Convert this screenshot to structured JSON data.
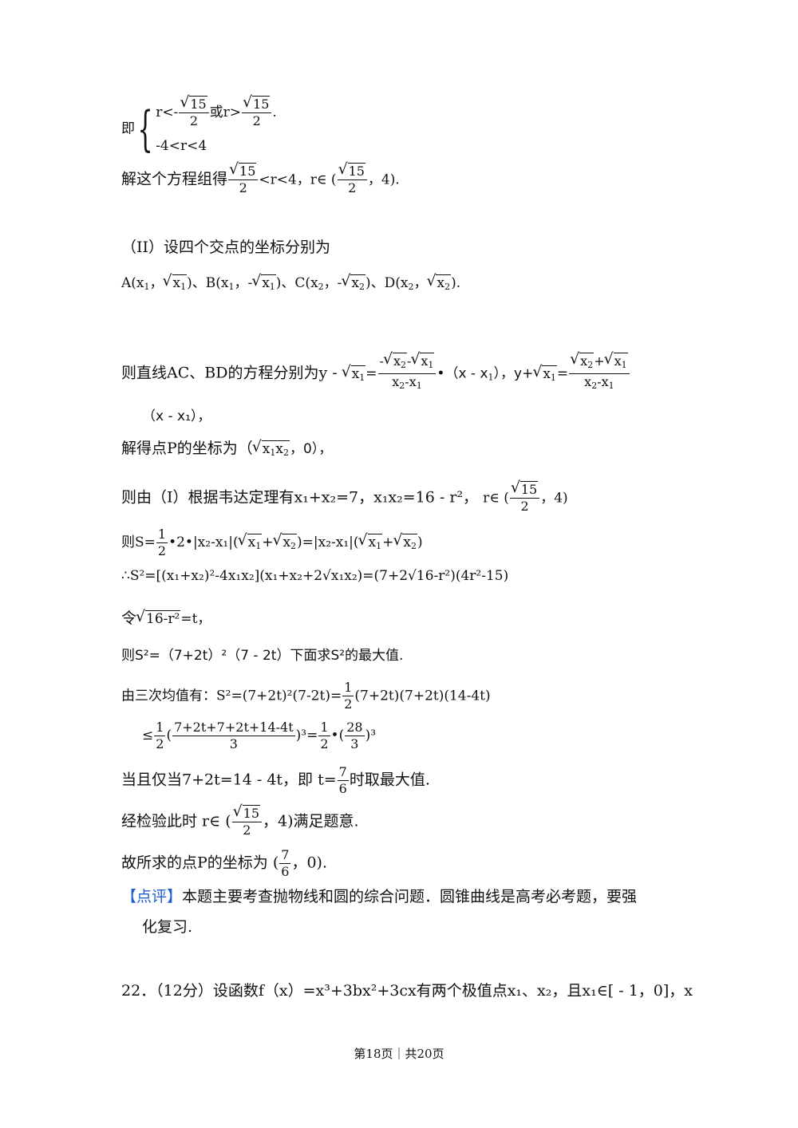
{
  "l1": {
    "prefix": "即",
    "r1": "r<-",
    "sq15": "15",
    "den2": "2",
    "or": "或r>",
    "dot": ".",
    "r2": "-4<r<4"
  },
  "l2": {
    "text": "解这个方程组得",
    "tail": "<r<4，r∈ (",
    "tail2": "，4)."
  },
  "l3": "（II）设四个交点的坐标分别为",
  "l4": {
    "a": "A(x",
    "c1": "，",
    "b": ")、B(x",
    "neg": "-",
    "c": ")、C(x",
    "d": ")、D(x",
    "end": ")."
  },
  "l5": {
    "text": "则直线AC、BD的方程分别为y - ",
    "eq": "=",
    "mid": "•（x - x",
    "mid2": "），y+",
    "neg": "-",
    "plus": "+",
    "den": "x"
  },
  "l6": "（x - x₁），",
  "l7": {
    "text": "解得点P的坐标为（",
    "end": "，0），"
  },
  "l8": {
    "text": "则由（I）根据韦达定理有x₁+x₂=7，x₁x₂=16 - r²，",
    "r": "r∈ (",
    "end": "，4)"
  },
  "l9": {
    "text": "则S=",
    "one": "1",
    "rest": "•2•|x₂-x₁|(",
    "eq": ")=|x₂-x₁|(",
    "end": ")"
  },
  "l10": "∴S²=[(x₁+x₂)²-4x₁x₂](x₁+x₂+2√x₁x₂)=(7+2√16-r²)(4r²-15)",
  "l11": {
    "text": "令",
    "rad": "16-r²",
    "end": "=t，"
  },
  "l12": "则S²=（7+2t）²（7 - 2t）下面求S²的最大值.",
  "l13": {
    "text": "由三次均值有：S²=(7+2t)²(7-2t)=",
    "end": "(7+2t)(7+2t)(14-4t)"
  },
  "l14": {
    "lead": "≤",
    "num": "7+2t+7+2t+14-4t",
    "den": "3",
    "eq": ")³=",
    "num2": "28",
    "end": ")³"
  },
  "l15": {
    "text": "当且仅当7+2t=14 - 4t，即 t=",
    "num": "7",
    "den": "6",
    "end": "时取最大值."
  },
  "l16": {
    "text": "经检验此时 r∈ (",
    "end": "，4)满足题意."
  },
  "l17": {
    "text": "故所求的点P的坐标为 (",
    "end": "，0)."
  },
  "l18": {
    "tag": "【点评】",
    "text": "本题主要考查抛物线和圆的综合问题．圆锥曲线是高考必考题，要强"
  },
  "l19": "化复习.",
  "l20": "22．（12分）设函数f（x）=x³+3bx²+3cx有两个极值点x₁、x₂，且x₁∈[ - 1，0]，x",
  "footer": "第18页｜共20页"
}
